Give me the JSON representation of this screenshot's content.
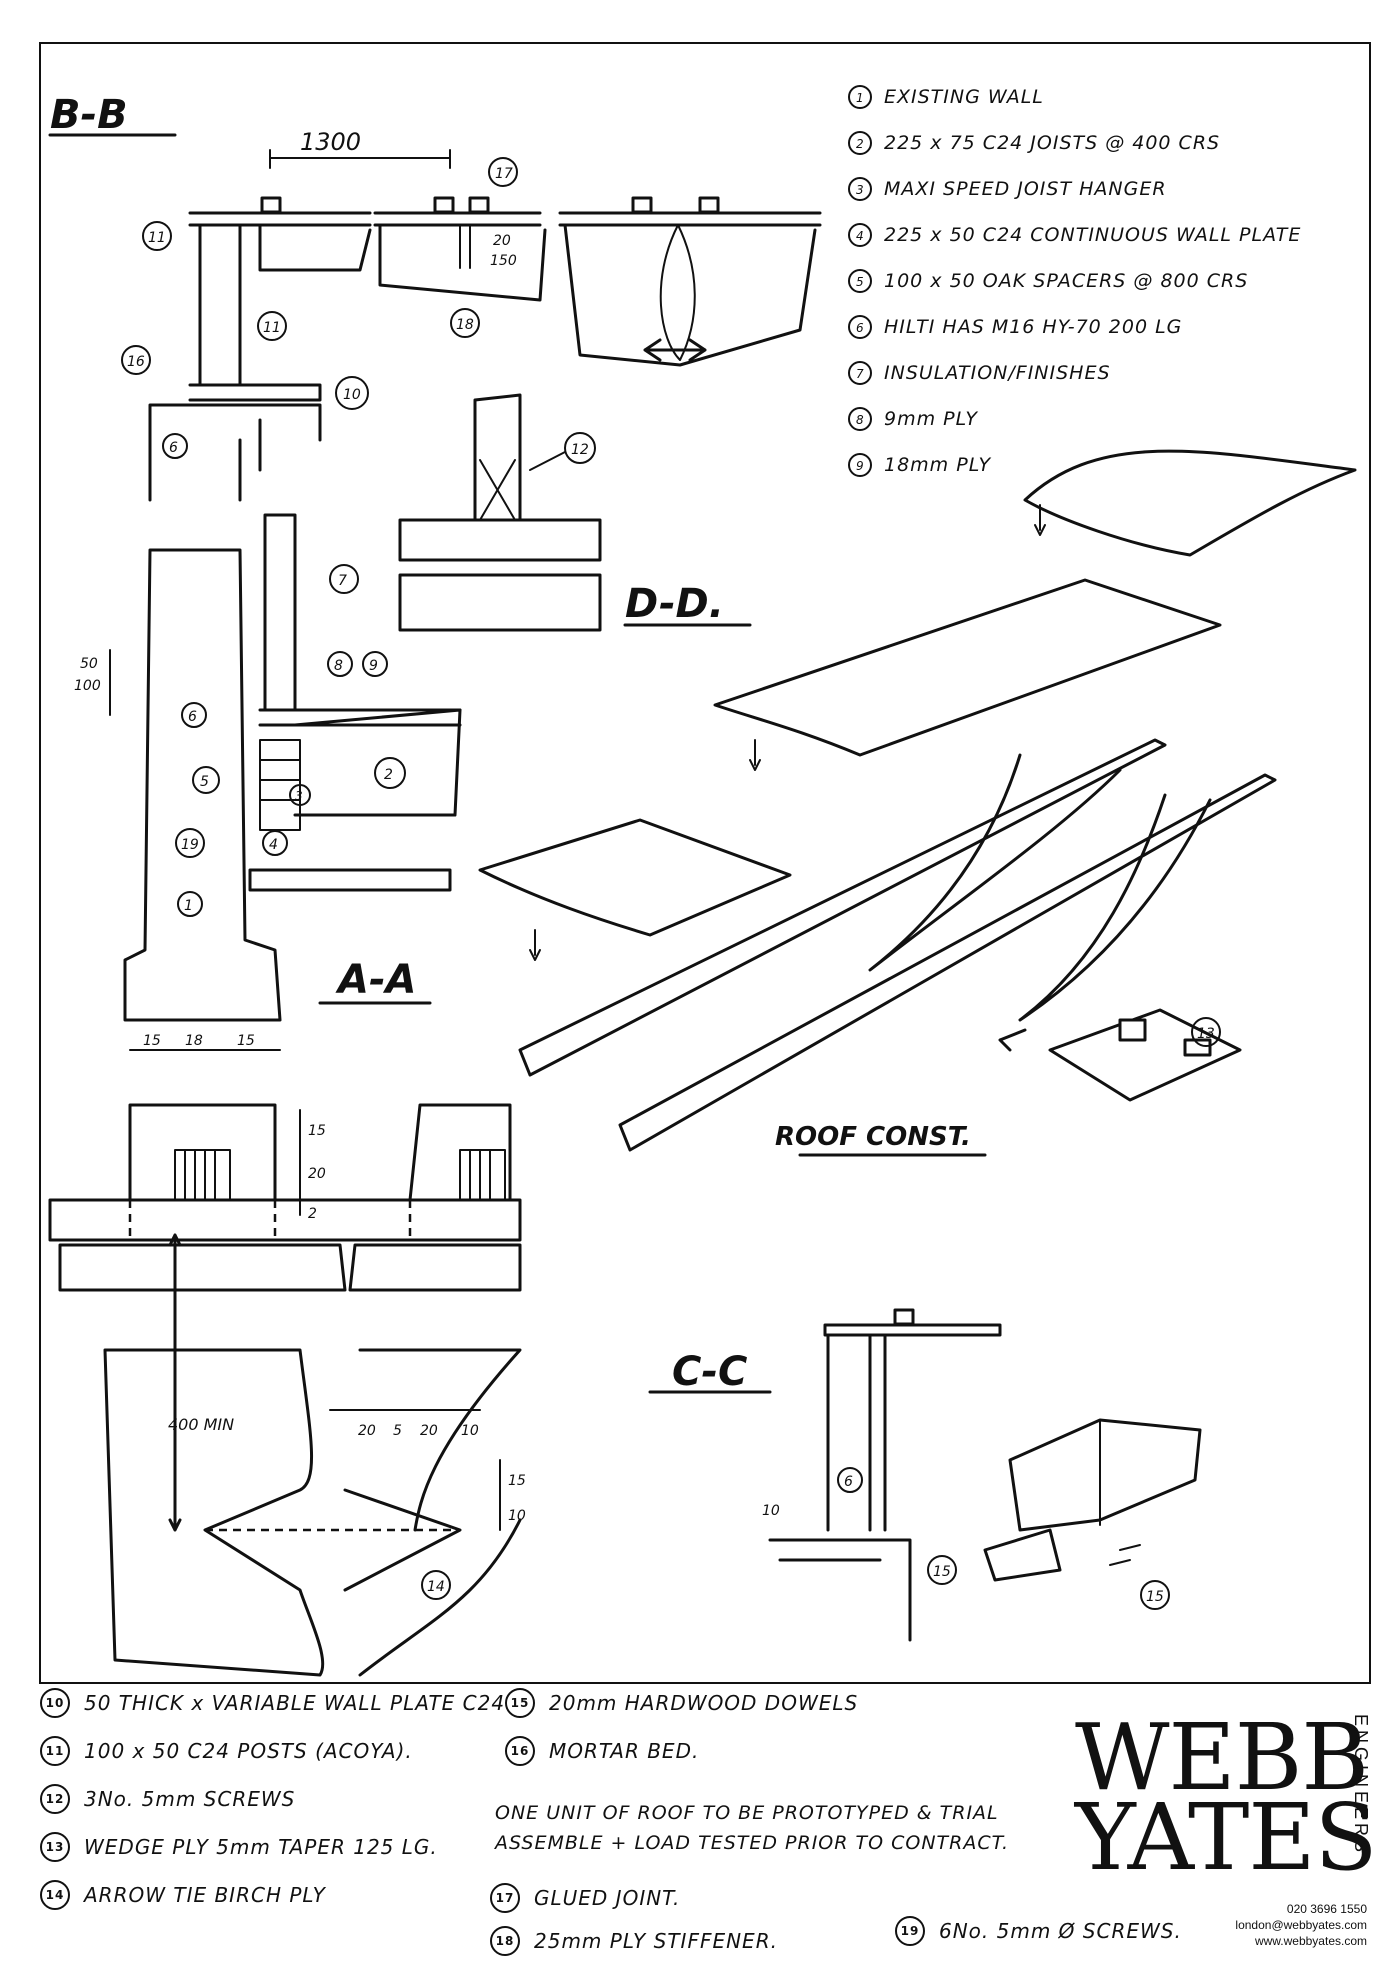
{
  "sections": {
    "bb": "B-B",
    "dd": "D-D.",
    "aa": "A-A",
    "cc": "C-C",
    "roof": "ROOF CONST."
  },
  "dimensions": {
    "bb_span": "1300",
    "bb_20": "20",
    "bb_150": "150",
    "aa_50": "50",
    "aa_100": "100",
    "joint_15a": "15",
    "joint_18": "18",
    "joint_15b": "15",
    "joint_v15": "15",
    "joint_v20": "20",
    "joint_v2": "2",
    "arrow_400": "400 MIN",
    "arrow_20a": "20",
    "arrow_5": "5",
    "arrow_20b": "20",
    "arrow_10": "10",
    "arrow_v15": "15",
    "arrow_v10": "10",
    "cc_10": "10"
  },
  "legend": [
    {
      "num": "1",
      "text": "EXISTING WALL"
    },
    {
      "num": "2",
      "text": "225 x 75 C24 JOISTS @ 400 CRS"
    },
    {
      "num": "3",
      "text": "MAXI SPEED JOIST HANGER"
    },
    {
      "num": "4",
      "text": "225 x 50 C24 CONTINUOUS WALL PLATE"
    },
    {
      "num": "5",
      "text": "100 x 50 OAK SPACERS @ 800 CRS"
    },
    {
      "num": "6",
      "text": "HILTI HAS M16 HY-70 200 LG"
    },
    {
      "num": "7",
      "text": "INSULATION/FINISHES"
    },
    {
      "num": "8",
      "text": "9mm PLY"
    },
    {
      "num": "9",
      "text": "18mm PLY"
    }
  ],
  "notes": [
    {
      "num": "10",
      "text": "50 THICK x VARIABLE WALL PLATE C24"
    },
    {
      "num": "11",
      "text": "100 x 50 C24 POSTS (ACOYA)."
    },
    {
      "num": "12",
      "text": "3No. 5mm SCREWS"
    },
    {
      "num": "13",
      "text": "WEDGE PLY 5mm TAPER 125 LG."
    },
    {
      "num": "14",
      "text": "ARROW TIE BIRCH PLY"
    },
    {
      "num": "15",
      "text": "20mm HARDWOOD DOWELS"
    },
    {
      "num": "16",
      "text": "MORTAR BED."
    },
    {
      "num": "17",
      "text": "GLUED JOINT."
    },
    {
      "num": "18",
      "text": "25mm PLY STIFFENER."
    },
    {
      "num": "19",
      "text": "6No. 5mm Ø SCREWS."
    }
  ],
  "statement": {
    "line1": "ONE UNIT OF ROOF TO BE PROTOTYPED & TRIAL",
    "line2": "ASSEMBLE + LOAD TESTED PRIOR TO CONTRACT."
  },
  "logo": {
    "line1": "WEBB",
    "line2": "YATES",
    "sub": "ENGINEERS",
    "phone": "020 3696 1550",
    "email": "london@webbyates.com",
    "web": "www.webbyates.com"
  }
}
